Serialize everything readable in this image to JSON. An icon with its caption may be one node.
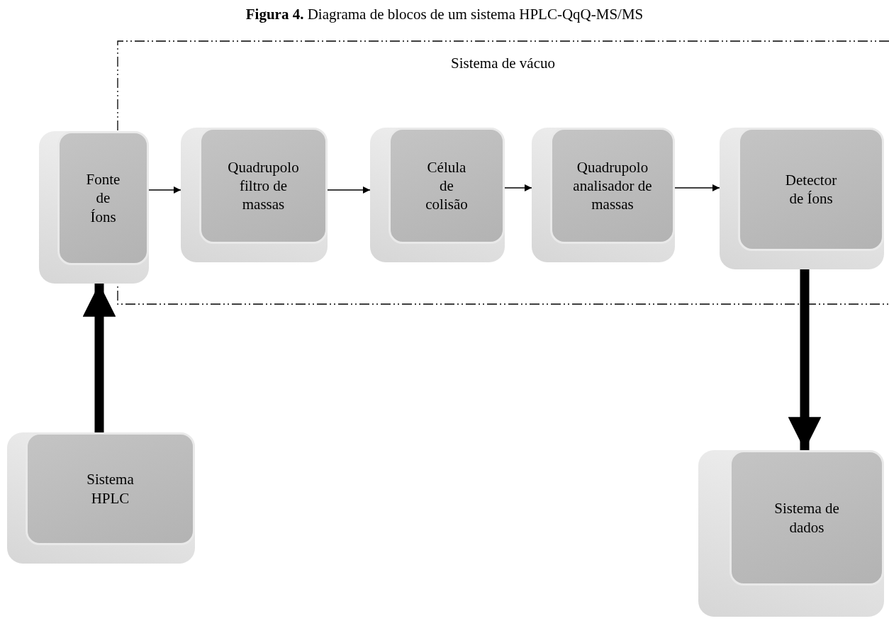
{
  "diagram": {
    "title": "**Figura 4.** Diagrama de blocos de um sistema HPLC-QqQ-MS/MS",
    "nodes": [
      {
        "text": [
          "Sistema de vácuo"
        ]
      },
      {
        "text": [
          "Fonte de Íons"
        ]
      },
      {
        "text": [
          "Quadrupolo filtro de massas"
        ],
        "in": 0
      },
      {
        "text": [
          "Célula de colisão"
        ],
        "in": 0
      },
      {
        "text": [
          "Quadrupolo analisador de massas"
        ],
        "in": 0
      },
      {
        "text": [
          "Detector de Íons"
        ],
        "in": 0
      },
      {
        "text": [
          "Sistema HPLC"
        ]
      },
      {
        "text": [
          "Sistema de dados"
        ]
      }
    ],
    "edges": [
      {
        "from": 1,
        "to": 2,
        "arrow": "to"
      },
      {
        "from": 2,
        "to": 3,
        "arrow": "to"
      },
      {
        "from": 3,
        "to": 4,
        "arrow": "to"
      },
      {
        "from": 4,
        "to": 5,
        "arrow": "to"
      },
      {
        "from": 6,
        "to": 1,
        "arrow": "to",
        "style": "thick"
      },
      {
        "from": 5,
        "to": 7,
        "arrow": "to",
        "style": "thick"
      }
    ]
  }
}
